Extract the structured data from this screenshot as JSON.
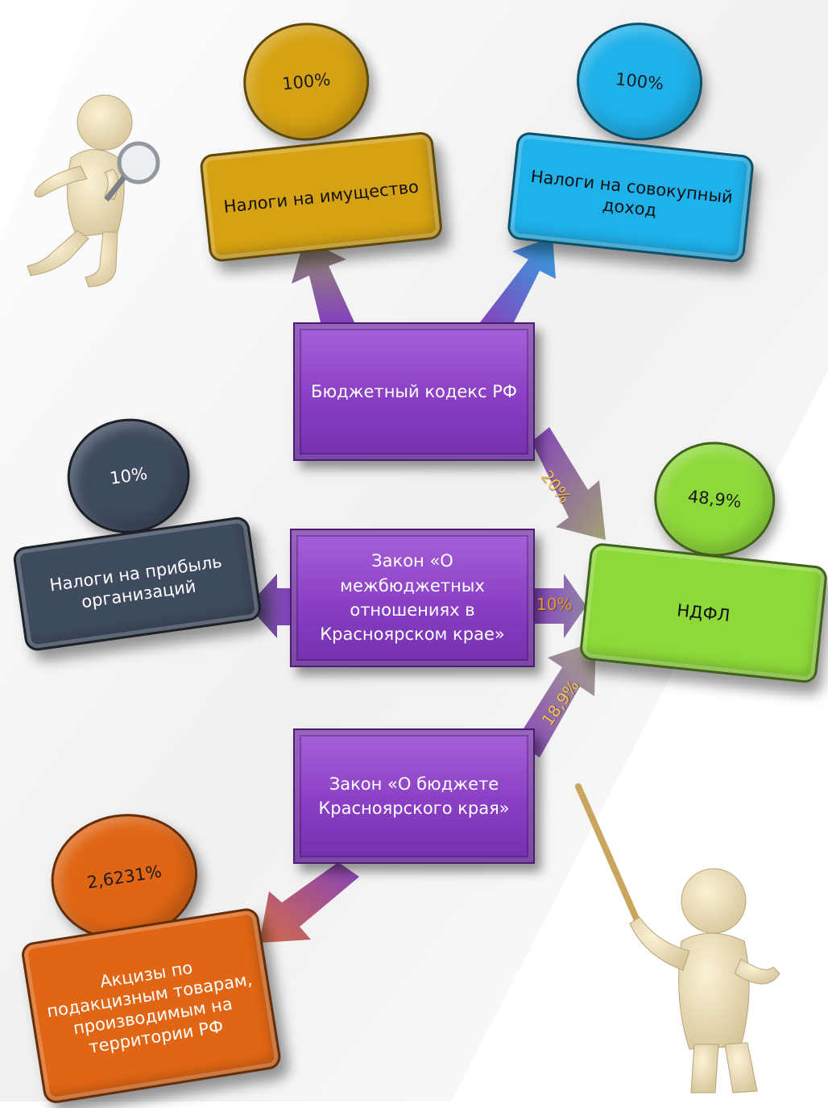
{
  "laws": {
    "budget_code": "Бюджетный кодекс РФ",
    "interbudget": "Закон «О межбюджетных отношениях в Красноярском крае»",
    "krai_budget": "Закон «О бюджете Красноярского края»"
  },
  "taxes": {
    "property": {
      "percent": "100%",
      "label": "Налоги на имущество",
      "color": "#d6a213"
    },
    "total_income": {
      "percent": "100%",
      "label": "Налоги на совокупный доход",
      "color": "#1fb1ea"
    },
    "profit": {
      "percent": "10%",
      "label": "Налоги на прибыль организаций",
      "color": "#3e4a5e"
    },
    "ndfl": {
      "percent": "48,9%",
      "label": "НДФЛ",
      "color": "#8ed93a"
    },
    "excise": {
      "percent": "2,6231%",
      "label": "Акцизы по подакцизным товарам, производимым на территории РФ",
      "color": "#e06615"
    }
  },
  "ndfl_shares": {
    "budget_code": "20%",
    "interbudget": "10%",
    "krai_budget": "18,9%"
  },
  "figures": [
    "magnifier-figure",
    "pointer-figure"
  ]
}
